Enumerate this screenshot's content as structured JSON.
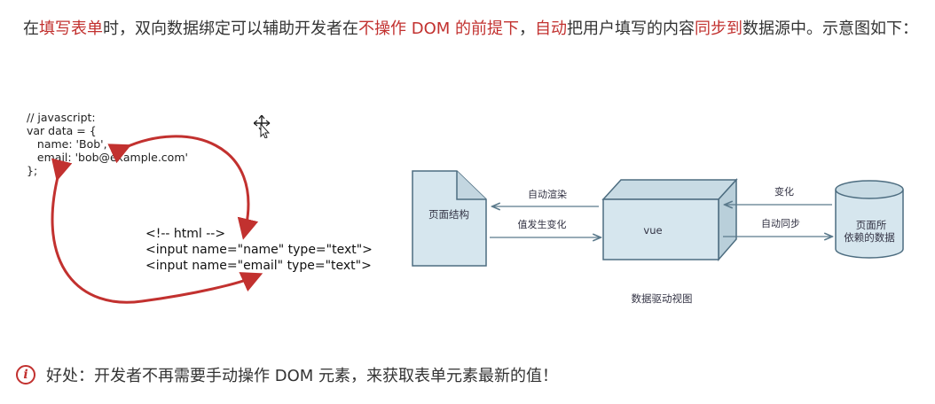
{
  "intro": {
    "t1": "在",
    "h1": "填写表单",
    "t2": "时，双向数据绑定可以辅助开发者在",
    "h2": "不操作 DOM 的前提下",
    "t3": "，",
    "h3": "自动",
    "t4": "把用户填写的内容",
    "h4": "同步到",
    "t5": "数据源中。示意图如下："
  },
  "js_code": {
    "l1": "// javascript:",
    "l2": "var data = {",
    "l3": "   name: 'Bob',",
    "l4": "   email: 'bob@example.com'",
    "l5": "};"
  },
  "html_code": {
    "l1": "<!-- html -->",
    "l2": "<input name=\"name\" type=\"text\">",
    "l3": "<input name=\"email\" type=\"text\">"
  },
  "flow": {
    "page_structure": "页面结构",
    "vue": "vue",
    "data_line1": "页面所",
    "data_line2": "依赖的数据",
    "auto_render": "自动渲染",
    "value_change": "值发生变化",
    "change": "变化",
    "auto_sync": "自动同步",
    "caption": "数据驱动视图"
  },
  "tip": {
    "icon": "info-icon",
    "text": "好处：开发者不再需要手动操作 DOM 元素，来获取表单元素最新的值！"
  },
  "colors": {
    "accent": "#c2312f",
    "box_fill": "#d3e4eb",
    "box_stroke": "#4d6d80"
  }
}
